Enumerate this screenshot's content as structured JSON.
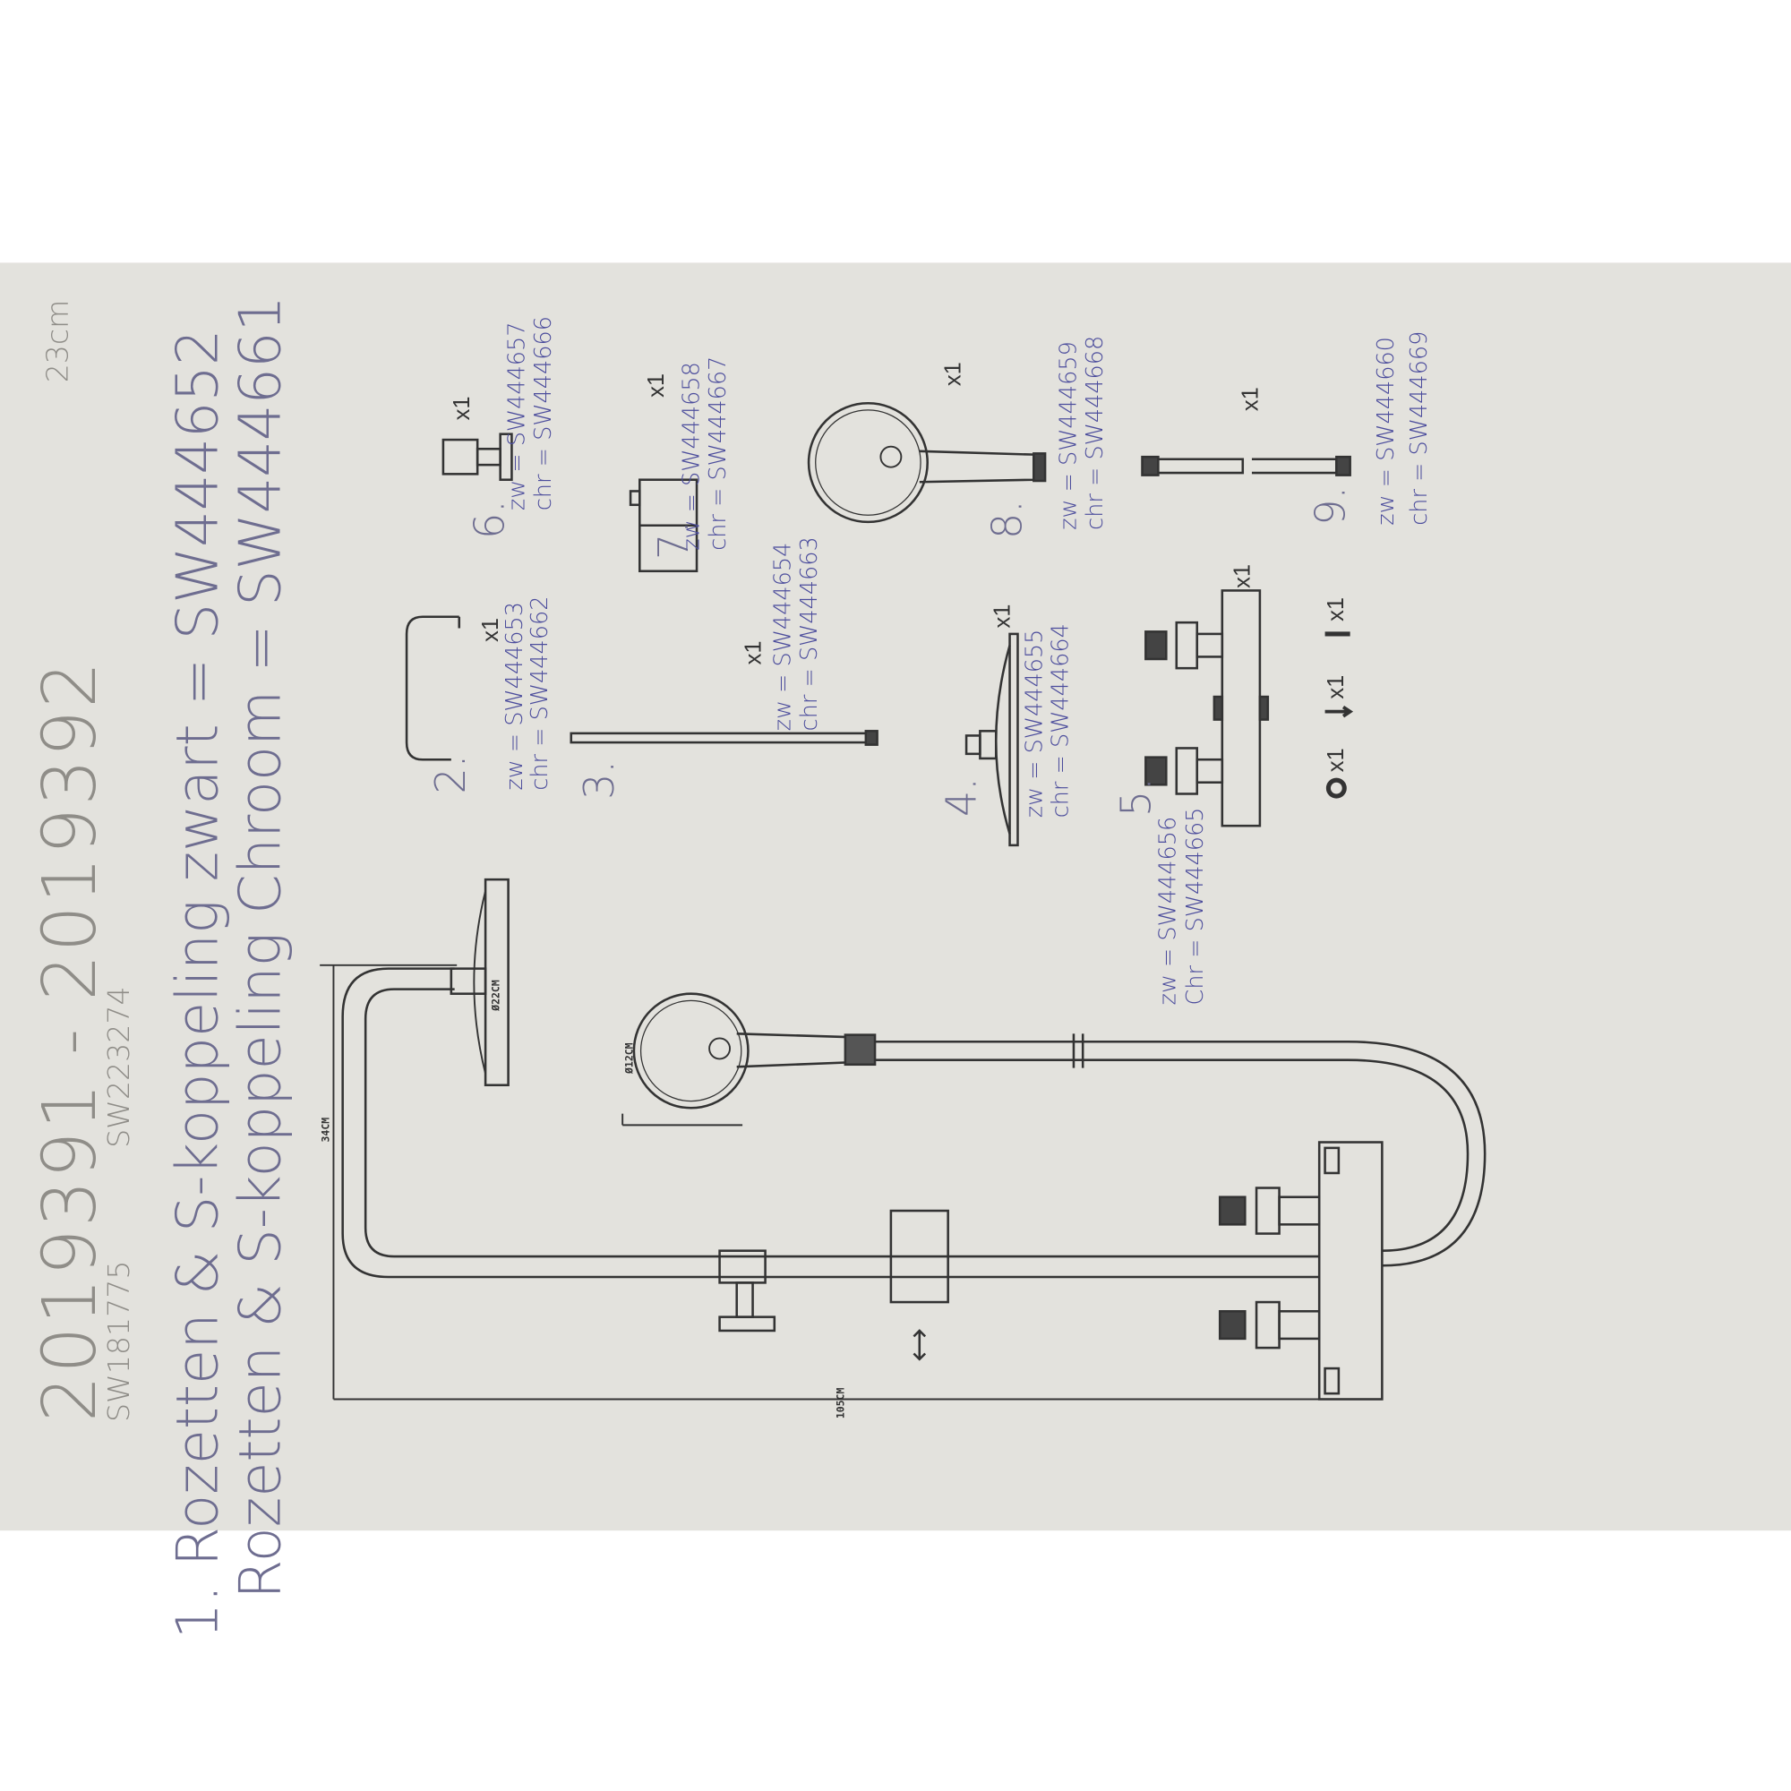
{
  "header": {
    "title": "2019391 - 2019392",
    "code_left": "SW181775",
    "code_right": "SW223274",
    "size_note": "23cm"
  },
  "notes": {
    "line1": "1. Rozetten & S-koppeling zwart = SW444652",
    "line2": "Rozetten & S-koppeling Chroom = SW444661"
  },
  "parts": [
    {
      "num": "2.",
      "qty": "x1",
      "zw": "zw = SW444653",
      "chr": "chr = SW444662"
    },
    {
      "num": "3.",
      "qty": "x1",
      "zw": "zw = SW444654",
      "chr": "chr = SW444663"
    },
    {
      "num": "4.",
      "qty": "x1",
      "zw": "zw = SW444655",
      "chr": "chr = SW444664"
    },
    {
      "num": "5.",
      "qty": "x1",
      "zw": "zw = SW444656",
      "chr": "Chr = SW444665"
    },
    {
      "num": "6.",
      "qty": "x1",
      "zw": "zw = SW444657",
      "chr": "chr = SW444666"
    },
    {
      "num": "7.",
      "qty": "x1",
      "zw": "zw = SW444658",
      "chr": "chr = SW444667"
    },
    {
      "num": "8.",
      "qty": "x1",
      "zw": "zw = SW444659",
      "chr": "chr = SW444668"
    },
    {
      "num": "9.",
      "qty": "x1",
      "zw": "zw = SW444660",
      "chr": "chr = SW444669"
    }
  ],
  "accessories": {
    "ring_qty": "x1",
    "screw_qty": "x1",
    "pin_qty": "x1"
  },
  "dimensions": {
    "height": "105CM",
    "arm": "34CM",
    "rain_head": "Ø22CM",
    "hand_head": "Ø12CM"
  }
}
